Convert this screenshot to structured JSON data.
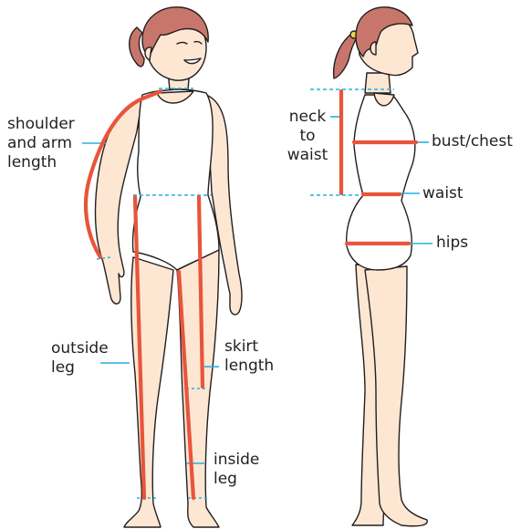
{
  "colors": {
    "outline": "#231f20",
    "skin": "#fde7d3",
    "hair": "#c8766b",
    "measure": "#e8553c",
    "guide": "#26b0e0"
  },
  "labels": {
    "shoulder_arm": [
      "shoulder",
      "and arm",
      "length"
    ],
    "outside_leg": [
      "outside",
      "leg"
    ],
    "skirt_length": [
      "skirt",
      "length"
    ],
    "inside_leg": [
      "inside",
      "leg"
    ],
    "neck_to_waist": [
      "neck",
      "to",
      "waist"
    ],
    "bust_chest": "bust/chest",
    "waist": "waist",
    "hips": "hips"
  }
}
